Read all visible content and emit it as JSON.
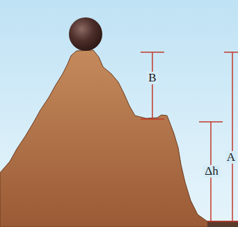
{
  "diagram": {
    "labels": [
      "B",
      "Δh",
      "A"
    ]
  }
}
